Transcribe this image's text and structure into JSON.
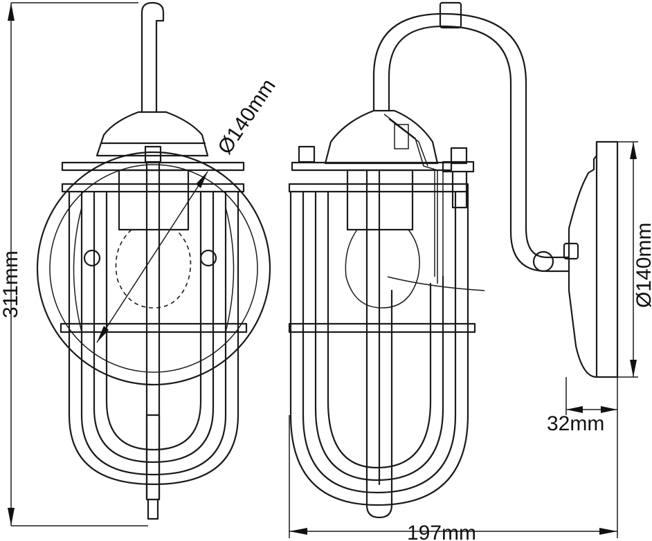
{
  "dimensions": {
    "height": "311mm",
    "diameter_front": "Ø140mm",
    "diameter_side": "Ø140mm",
    "backplate_depth": "32mm",
    "projection": "197mm"
  }
}
